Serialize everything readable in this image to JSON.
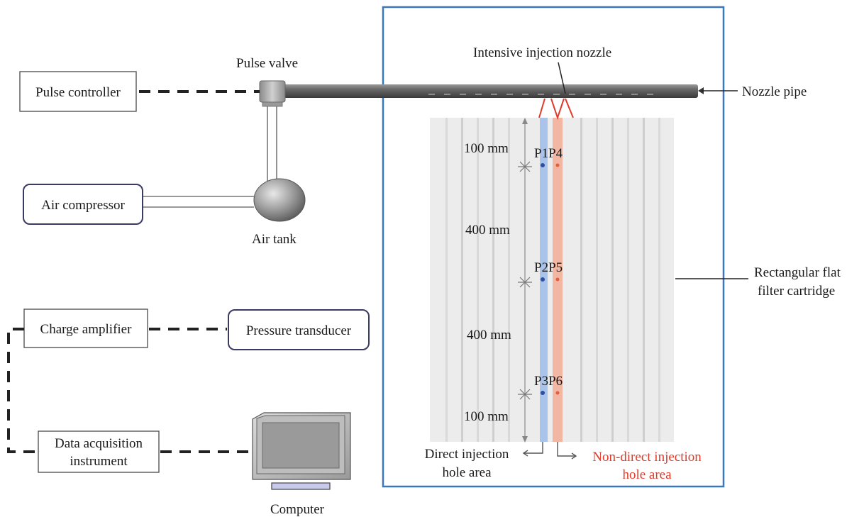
{
  "labels": {
    "pulse_valve": "Pulse valve",
    "intensive_nozzle": "Intensive injection nozzle",
    "nozzle_pipe": "Nozzle pipe",
    "air_tank": "Air tank",
    "filter_cartridge_line1": "Rectangular flat",
    "filter_cartridge_line2": "filter cartridge",
    "computer": "Computer",
    "direct_area_line1": "Direct injection",
    "direct_area_line2": "hole area",
    "nondirect_area_line1": "Non-direct injection",
    "nondirect_area_line2": "hole area"
  },
  "boxes": {
    "pulse_controller": "Pulse controller",
    "air_compressor": "Air compressor",
    "charge_amplifier": "Charge amplifier",
    "pressure_transducer": "Pressure transducer",
    "data_acquisition_line1": "Data acquisition",
    "data_acquisition_line2": "instrument"
  },
  "dimensions": {
    "d1": "100 mm",
    "d2": "400 mm",
    "d3": "400 mm",
    "d4": "100 mm"
  },
  "points": {
    "row1": "P1P4",
    "row2": "P2P5",
    "row3": "P3P6"
  },
  "colors": {
    "frame": "#3b78b8",
    "direct_strip": "#a9c3ea",
    "nondirect_strip": "#f2b6a2",
    "point_blue": "#2d4fa0",
    "point_red": "#e0603c",
    "nozzle_red": "#e03a2a"
  }
}
